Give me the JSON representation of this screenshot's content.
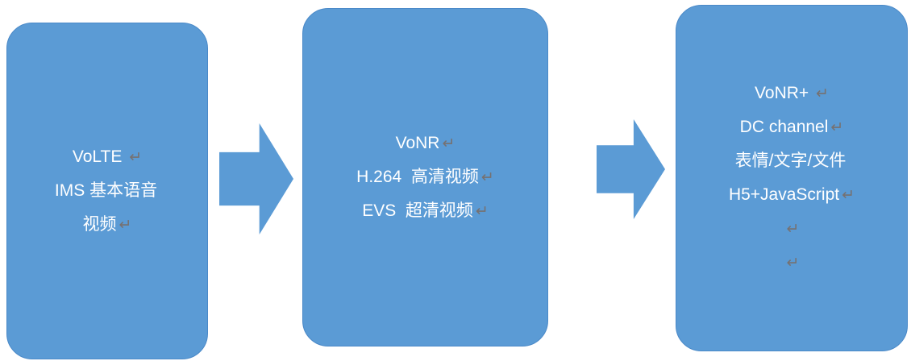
{
  "diagram": {
    "colors": {
      "shape_fill": "#5B9BD5",
      "shape_border": "#4A89C8",
      "text": "#FFFFFF",
      "mark": "#767171"
    },
    "boxes": [
      {
        "title": "VoLTE stage",
        "lines": [
          {
            "text": "VoLTE ",
            "mark": "↵"
          },
          {
            "text": "IMS 基本语音",
            "mark": ""
          },
          {
            "text": "视频",
            "mark": "↵"
          }
        ]
      },
      {
        "title": "VoNR stage",
        "lines": [
          {
            "text": "VoNR",
            "mark": "↵"
          },
          {
            "text": "H.264  高清视频",
            "mark": "↵"
          },
          {
            "text": "EVS  超清视频",
            "mark": "↵"
          }
        ]
      },
      {
        "title": "VoNR+ stage",
        "lines": [
          {
            "text": "VoNR+ ",
            "mark": "↵"
          },
          {
            "text": "DC channel",
            "mark": "↵"
          },
          {
            "text": "表情/文字/文件",
            "mark": ""
          },
          {
            "text": "H5+JavaScript",
            "mark": "↵"
          },
          {
            "text": "",
            "mark": "↵"
          },
          {
            "text": "",
            "mark": "↵"
          }
        ]
      }
    ]
  }
}
